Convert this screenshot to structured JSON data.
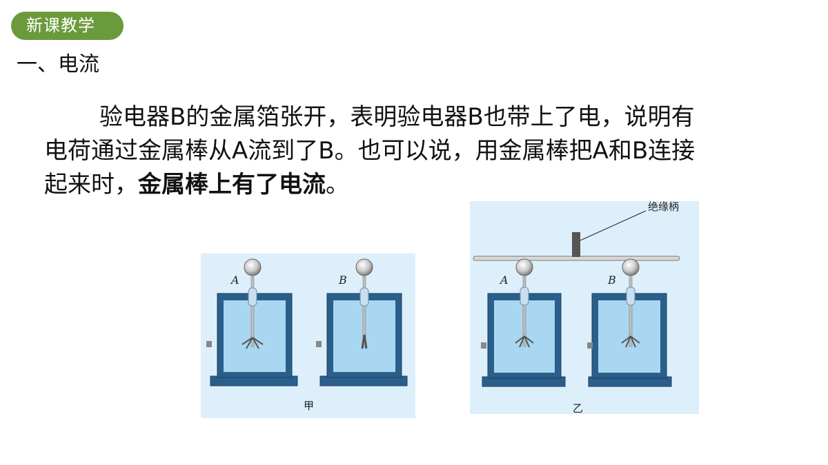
{
  "badge": {
    "label": "新课教学"
  },
  "section": {
    "heading": "一、电流"
  },
  "paragraph": {
    "lines": [
      "验电器B的金属箔张开，表明验电器B也带上了电，说明有",
      "电荷通过金属棒从A流到了B。也可以说，用金属棒把A和B连接",
      "起来时，",
      "金属棒上有了电流",
      "。"
    ]
  },
  "figures": {
    "jia": {
      "caption": "甲",
      "label_a": "A",
      "label_b": "B"
    },
    "yi": {
      "caption": "乙",
      "label_a": "A",
      "label_b": "B",
      "handle_label": "绝缘柄"
    }
  },
  "colors": {
    "badge_bg": "#6a9a3c",
    "panel_bg": "#ddeffa",
    "frame_blue": "#2a5f8c",
    "glass_blue": "#a9d6f1"
  }
}
